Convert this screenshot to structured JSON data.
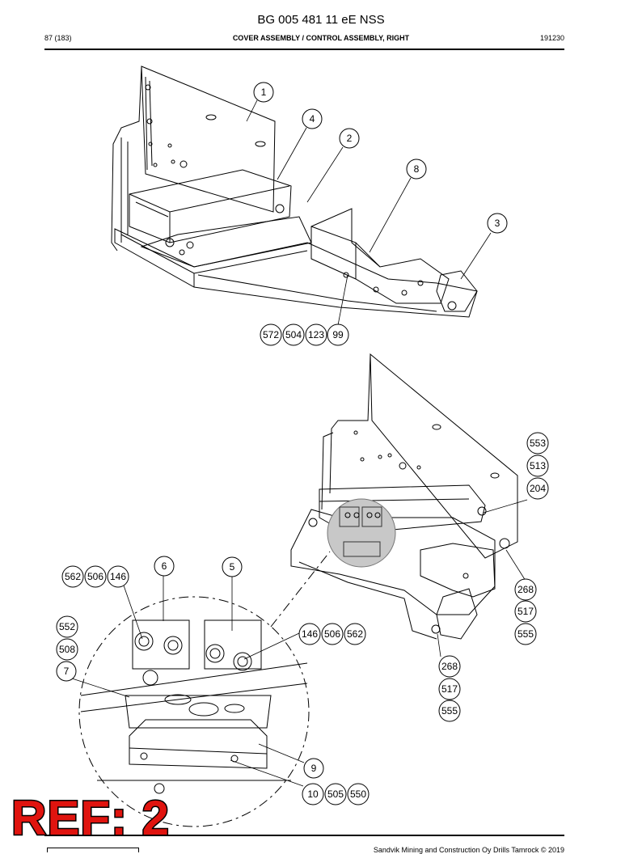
{
  "header": {
    "title": "BG 005 481 11 eE NSS",
    "page": "87 (183)",
    "section": "COVER ASSEMBLY / CONTROL ASSEMBLY, RIGHT",
    "date": "191230"
  },
  "callouts_top": [
    "1",
    "4",
    "2",
    "8",
    "3",
    "572",
    "504",
    "123",
    "99"
  ],
  "callouts_bottom": [
    "553",
    "513",
    "204",
    "6",
    "5",
    "562",
    "506",
    "146",
    "552",
    "508",
    "7",
    "146",
    "506",
    "562",
    "268",
    "517",
    "555",
    "268",
    "517",
    "555",
    "9",
    "10",
    "505",
    "550"
  ],
  "stamp": "REF: 2",
  "footer": "Sandvik Mining and Construction Oy Drills Tamrock © 2019"
}
